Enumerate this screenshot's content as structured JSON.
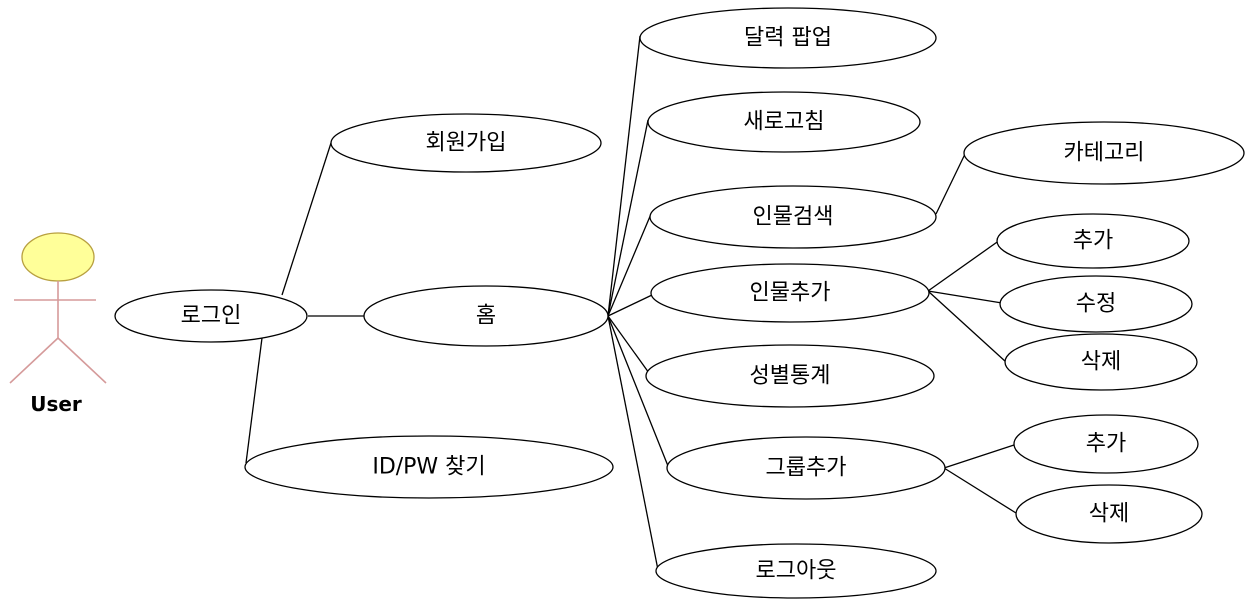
{
  "actor": {
    "label": "User"
  },
  "nodes": {
    "login": "로그인",
    "signup": "회원가입",
    "find_idpw": "ID/PW 찾기",
    "home": "홈",
    "calendar_popup": "달력 팝업",
    "refresh": "새로고침",
    "person_search": "인물검색",
    "category": "카테고리",
    "person_add": "인물추가",
    "person_add_add": "추가",
    "person_add_edit": "수정",
    "person_add_delete": "삭제",
    "gender_stats": "성별통계",
    "group_add": "그룹추가",
    "group_add_add": "추가",
    "group_add_delete": "삭제",
    "logout": "로그아웃"
  }
}
